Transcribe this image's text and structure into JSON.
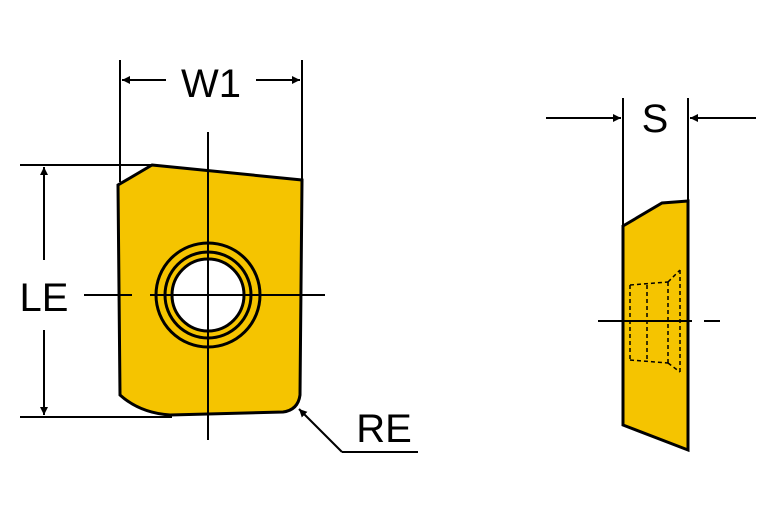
{
  "colors": {
    "insert_fill": "#F5C400",
    "outline": "#000000",
    "background": "#FFFFFF"
  },
  "labels": {
    "width": "W1",
    "length": "LE",
    "corner_radius": "RE",
    "thickness": "S"
  }
}
